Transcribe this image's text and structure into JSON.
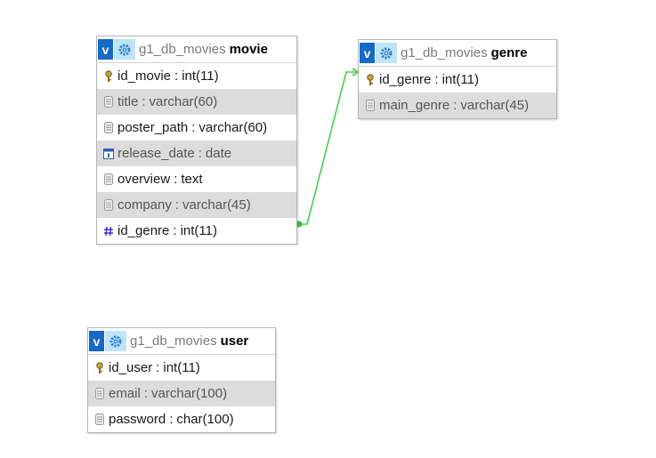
{
  "schema": "g1_db_movies",
  "colors": {
    "relation_line": "#45d145",
    "header_v": "#1569c7",
    "header_gear": "#bfe3f7"
  },
  "tables": {
    "movie": {
      "db": "g1_db_movies",
      "name": "movie",
      "columns": [
        {
          "name": "id_movie",
          "type": "int(11)",
          "icon": "key-icon"
        },
        {
          "name": "title",
          "type": "varchar(60)",
          "icon": "column-icon"
        },
        {
          "name": "poster_path",
          "type": "varchar(60)",
          "icon": "column-icon"
        },
        {
          "name": "release_date",
          "type": "date",
          "icon": "date-icon"
        },
        {
          "name": "overview",
          "type": "text",
          "icon": "column-icon"
        },
        {
          "name": "company",
          "type": "varchar(45)",
          "icon": "column-icon"
        },
        {
          "name": "id_genre",
          "type": "int(11)",
          "icon": "hash-icon"
        }
      ]
    },
    "genre": {
      "db": "g1_db_movies",
      "name": "genre",
      "columns": [
        {
          "name": "id_genre",
          "type": "int(11)",
          "icon": "key-icon"
        },
        {
          "name": "main_genre",
          "type": "varchar(45)",
          "icon": "column-icon"
        }
      ]
    },
    "user": {
      "db": "g1_db_movies",
      "name": "user",
      "columns": [
        {
          "name": "id_user",
          "type": "int(11)",
          "icon": "key-icon"
        },
        {
          "name": "email",
          "type": "varchar(100)",
          "icon": "column-icon"
        },
        {
          "name": "password",
          "type": "char(100)",
          "icon": "column-icon"
        }
      ]
    }
  },
  "relations": [
    {
      "from_table": "movie",
      "from_column": "id_genre",
      "to_table": "genre",
      "to_column": "id_genre"
    }
  ]
}
